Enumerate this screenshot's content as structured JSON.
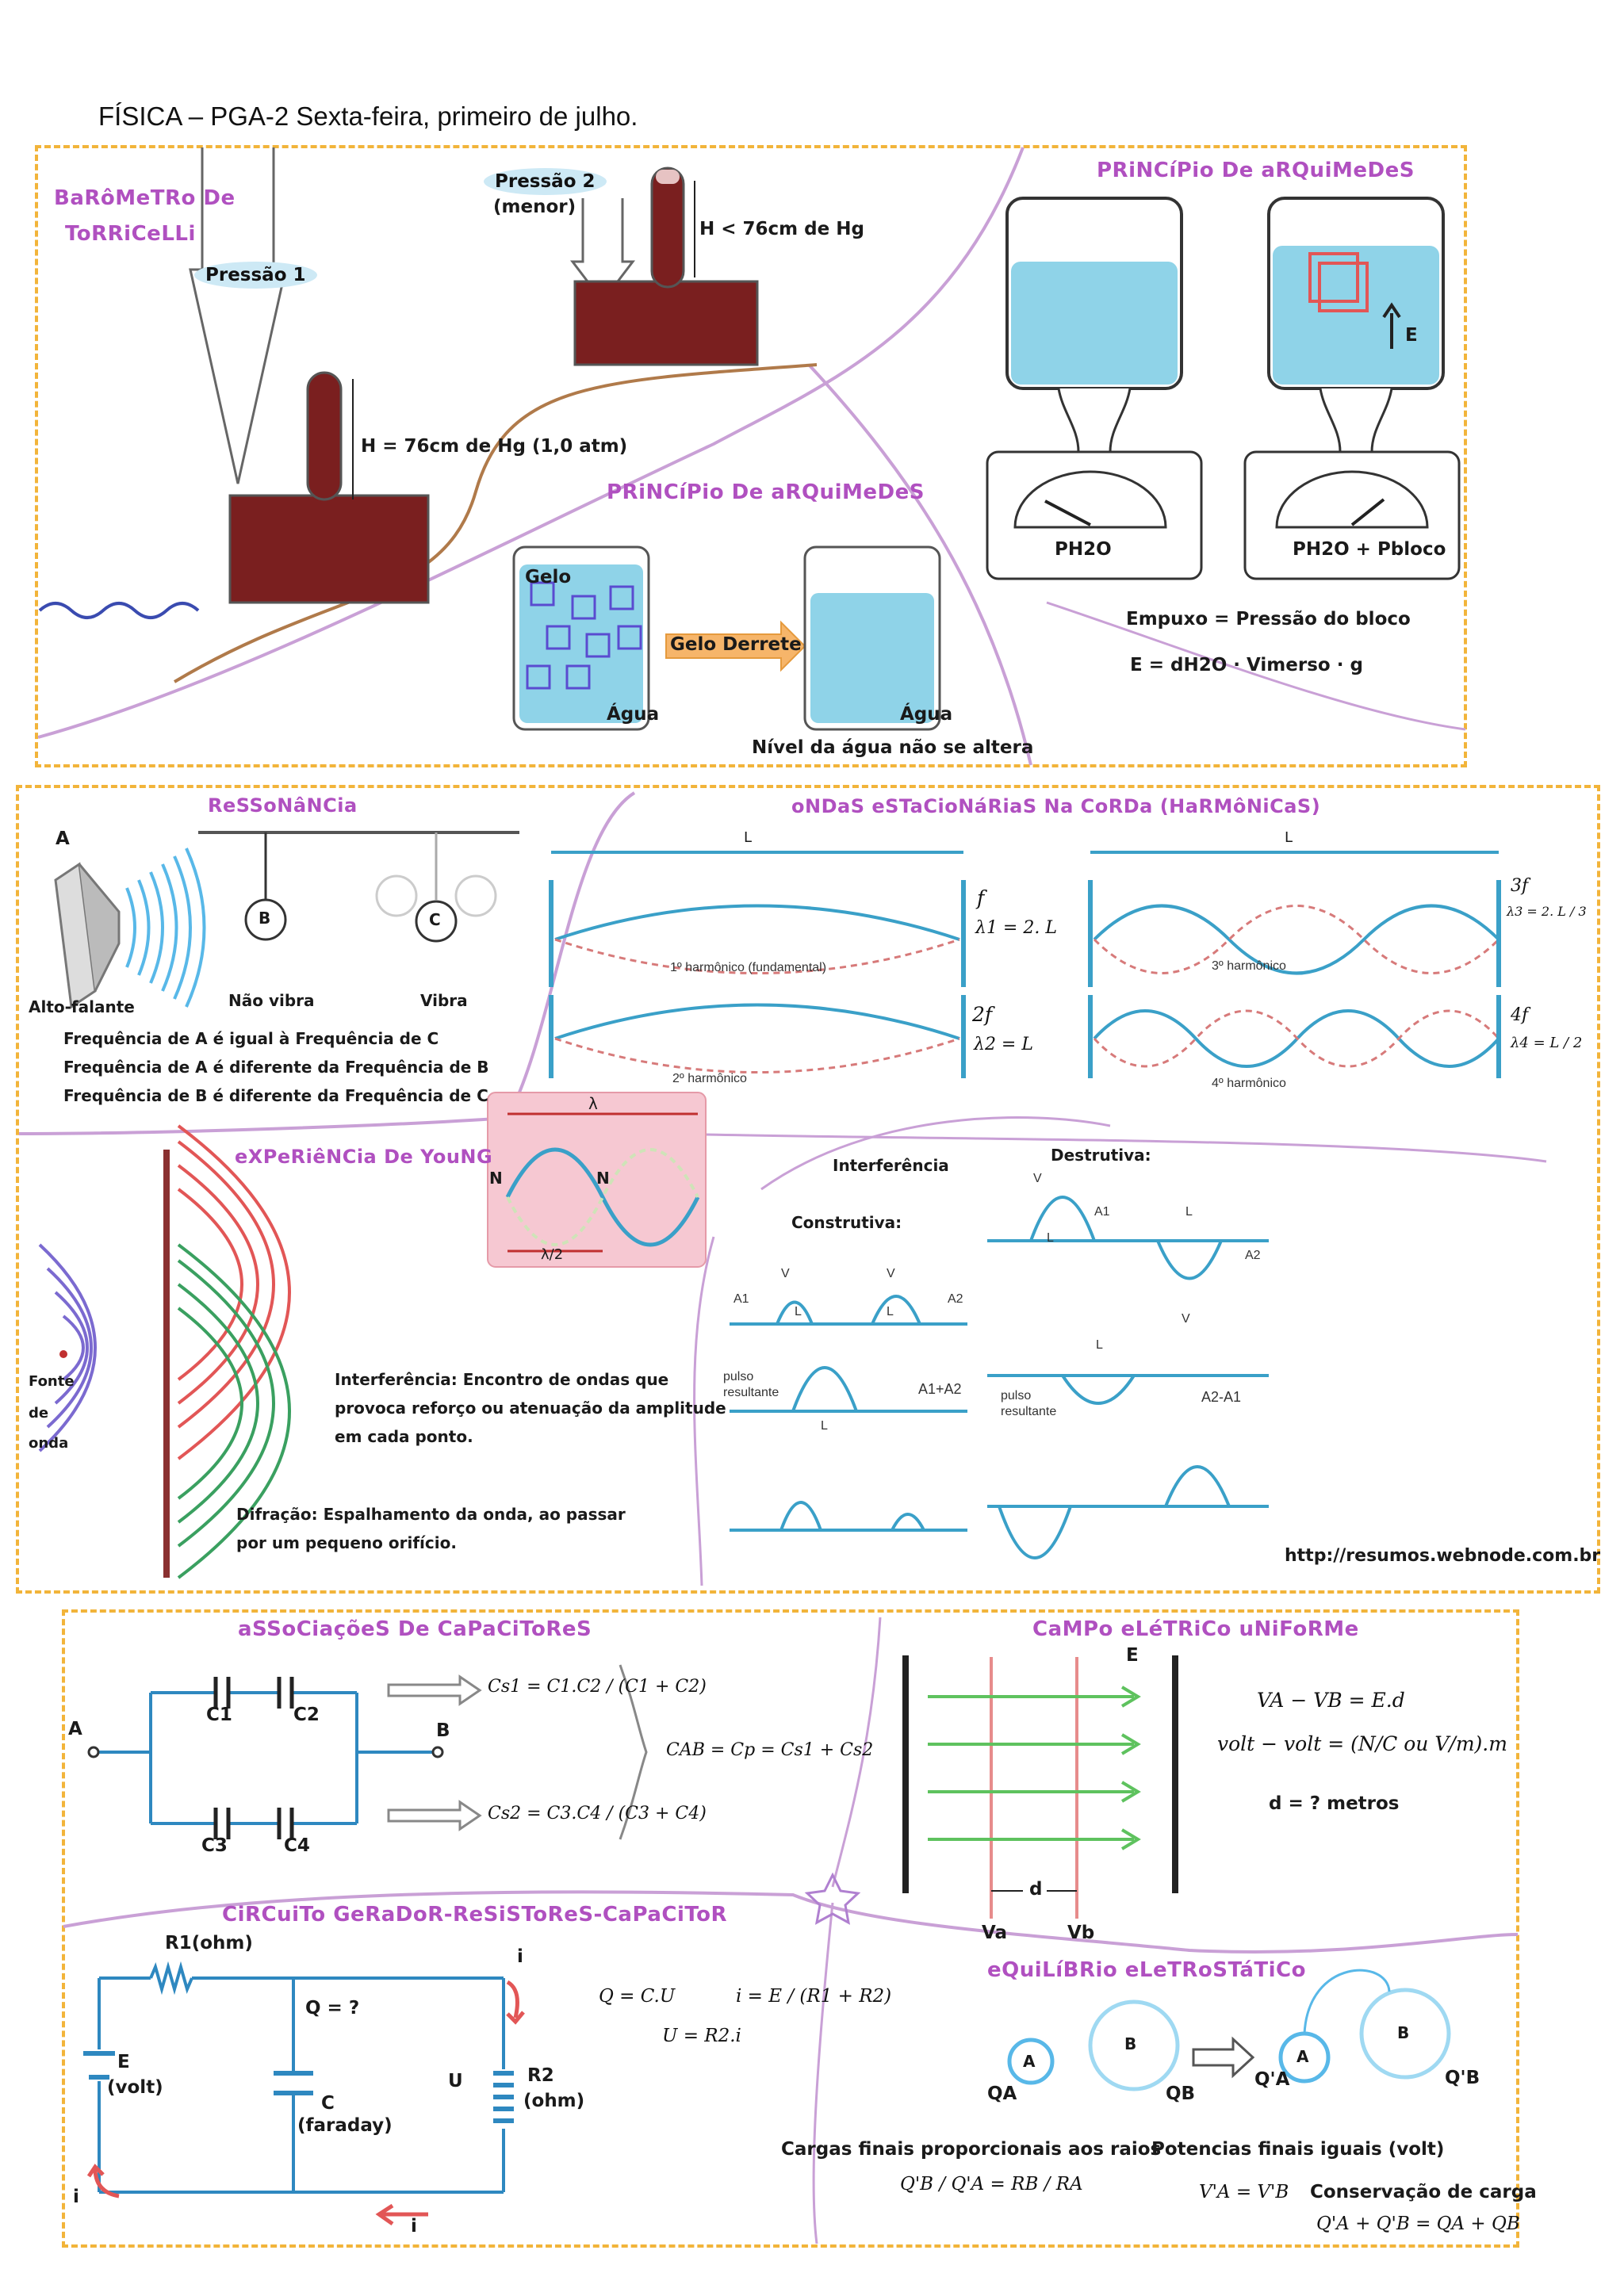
{
  "header": {
    "title": "FÍSICA – PGA-2  Sexta-feira, primeiro de julho."
  },
  "colors": {
    "accent_title": "#b050c0",
    "panel_border": "#f2b43a",
    "mercury": "#7a1f1f",
    "water": "#7fd0e6",
    "wave": "#3aa0c8"
  },
  "barometer": {
    "title_line1": "BaRôMeTRo De",
    "title_line2": "ToRRiCeLLi",
    "pressure1": "Pressão 1",
    "pressure2_line1": "Pressão 2",
    "pressure2_line2": "(menor)",
    "h_normal": "H = 76cm de Hg (1,0 atm)",
    "h_less": "H < 76cm de Hg"
  },
  "archimedes_ice": {
    "title": "PRiNCíPio De aRQuiMeDeS",
    "ice": "Gelo",
    "water_left": "Água",
    "arrow": "Gelo Derrete",
    "water_right": "Água",
    "caption": "Nível da água não se altera"
  },
  "archimedes_scale": {
    "title": "PRiNCíPio De aRQuiMeDeS",
    "e_label": "E",
    "p_left": "PH2O",
    "p_right": "PH2O + Pbloco",
    "buoyancy": "Empuxo = Pressão do bloco",
    "formula": "E = dH2O · Vimerso · g"
  },
  "resonance": {
    "title": "ReSSoNâNCia",
    "a": "A",
    "b": "B",
    "c": "C",
    "speaker": "Alto-falante",
    "no_vibrate": "Não vibra",
    "vibrate": "Vibra",
    "line1": "Frequência de A é igual à Frequência de C",
    "line2": "Frequência de A é diferente da Frequência de B",
    "line3": "Frequência de B é diferente da Frequência de C"
  },
  "standing_waves": {
    "title": "oNDaS eSTaCioNáRiaS Na CoRDa (HaRMôNiCaS)",
    "L": "L",
    "h1": "1º harmônico (fundamental)",
    "h2": "2º harmônico",
    "h3": "3º harmônico",
    "h4": "4º harmônico",
    "f1": "f",
    "f2": "2f",
    "f3": "3f",
    "f4": "4f",
    "l1": "λ1 = 2. L",
    "l2": "λ2 = L",
    "l3": "λ3 = 2. L / 3",
    "l4": "λ4 = L / 2"
  },
  "young": {
    "title": "eXPeRiêNCia De YouNG",
    "lambda": "λ",
    "half_lambda": "λ/2",
    "node": "N",
    "source_line1": "Fonte",
    "source_line2": "de",
    "source_line3": "onda",
    "interference_line1": "Interferência: Encontro de ondas que",
    "interference_line2": "provoca reforço ou atenuação da amplitude",
    "interference_line3": "em cada ponto.",
    "diffraction_line1": "Difração: Espalhamento da onda, ao passar",
    "diffraction_line2": "por um pequeno orifício."
  },
  "interference": {
    "title": "Interferência",
    "constructive": "Construtiva:",
    "destructive": "Destrutiva:",
    "pulse_line1": "pulso",
    "pulse_line2": "resultante",
    "sum": "A1+A2",
    "diff": "A2-A1",
    "a1": "A1",
    "a2": "A2",
    "v": "V",
    "l": "L",
    "url": "http://resumos.webnode.com.br"
  },
  "capacitors": {
    "title": "aSSoCiaçõeS De CaPaCiToReS",
    "c1": "C1",
    "c2": "C2",
    "c3": "C3",
    "c4": "C4",
    "a": "A",
    "b": "B",
    "cs1": "Cs1 = C1.C2 / (C1 + C2)",
    "cs2": "Cs2 = C3.C4 / (C3 + C4)",
    "cab": "CAB = Cp = Cs1 + Cs2"
  },
  "field": {
    "title": "CaMPo eLéTRiCo uNiFoRMe",
    "e": "E",
    "d": "d",
    "va": "Va",
    "vb": "Vb",
    "eq1": "VA − VB = E.d",
    "eq2": "volt − volt = (N/C ou V/m).m",
    "eq3": "d = ? metros"
  },
  "circuit": {
    "title": "CiRCuiTo GeRaDoR-ReSiSToReS-CaPaCiToR",
    "r1": "R1(ohm)",
    "q": "Q = ?",
    "e_line1": "E",
    "e_line2": "(volt)",
    "c_line1": "C",
    "c_line2": "(faraday)",
    "u": "U",
    "r2_line1": "R2",
    "r2_line2": "(ohm)",
    "i": "i",
    "eq_q": "Q = C.U",
    "eq_i": "i = E / (R1 + R2)",
    "eq_u": "U = R2.i"
  },
  "equilibrium": {
    "title": "eQuiLíBRio eLeTRoSTáTiCo",
    "a": "A",
    "b": "B",
    "qa": "QA",
    "qb": "QB",
    "qa2": "Q'A",
    "qb2": "Q'B",
    "final_charges": "Cargas finais proporcionais aos raios",
    "ratio": "Q'B / Q'A = RB / RA",
    "final_potentials": "Potencias finais iguais (volt)",
    "potential_eq": "V'A = V'B",
    "conservation": "Conservação de carga",
    "conservation_eq": "Q'A + Q'B = QA + QB"
  }
}
